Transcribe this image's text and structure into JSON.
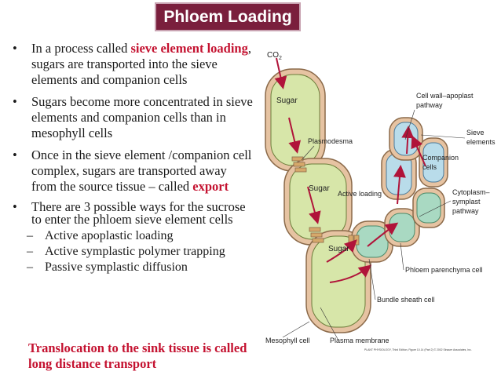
{
  "title": "Phloem Loading",
  "bullets": {
    "b1_pre": "In a process called ",
    "b1_red": "sieve element loading",
    "b1_post": ", sugars are transported into the sieve elements and companion cells",
    "b2": "Sugars become more concentrated in sieve elements and companion cells than in mesophyll cells",
    "b3_pre": " Once in the sieve element /companion cell complex, sugars are transported away from the source tissue – called ",
    "b3_red": "export",
    "b4": "There are 3 possible ways for the sucrose to enter the phloem sieve element cells",
    "bullet_char": "•",
    "dash_char": "–"
  },
  "subitems": [
    "Active apoplastic loading",
    "Active symplastic polymer trapping",
    "Passive symplastic diffusion"
  ],
  "translocation": "Translocation to the sink tissue is called long distance transport",
  "figure": {
    "co2": "CO",
    "co2_sub": "2",
    "sugar": "Sugar",
    "plasmodesma": "Plasmodesma",
    "active_loading": "Active loading",
    "cell_wall_1": "Cell wall–apoplast",
    "cell_wall_2": "pathway",
    "sieve_1": "Sieve",
    "sieve_2": "elements",
    "companion_1": "Companion",
    "companion_2": "cells",
    "cyto_1": "Cytoplasm–",
    "cyto_2": "symplast",
    "cyto_3": "pathway",
    "phloem_par": "Phloem parenchyma cell",
    "bundle_sheath": "Bundle sheath cell",
    "mesophyll": "Mesophyll cell",
    "plasma_membrane": "Plasma membrane",
    "credit": "PLANT PHYSIOLOGY, Third Edition, Figure 10.14 (Part 2) © 2002 Sinauer Associates, Inc."
  }
}
